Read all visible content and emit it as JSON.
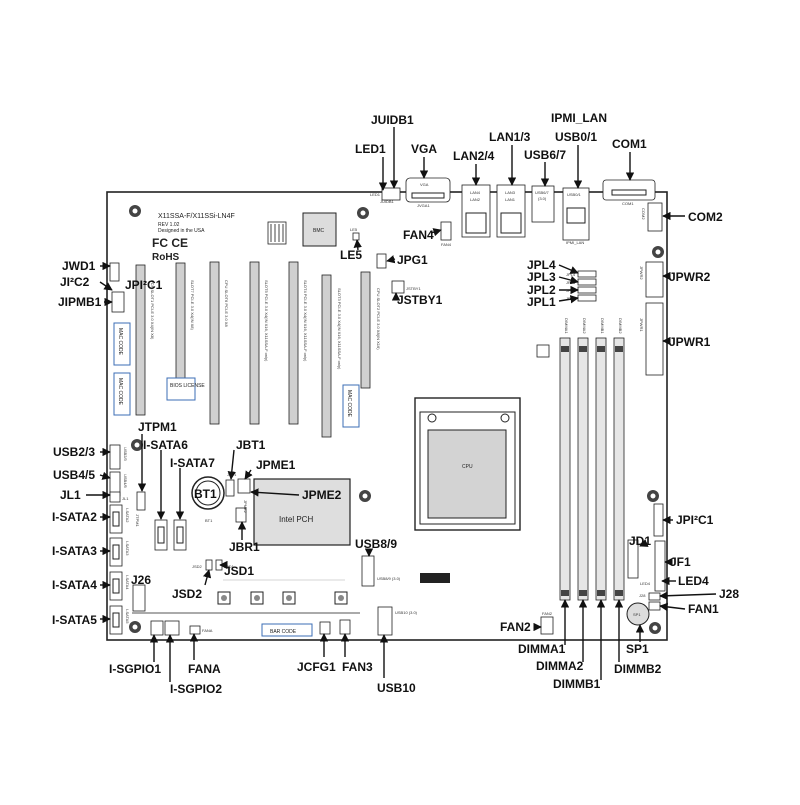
{
  "board": {
    "model": "X11SSA-F/X11SSi-LN4F",
    "rev": "REV 1.02",
    "origin": "Designed in the USA",
    "bmc": "BMC",
    "pch": "Intel PCH",
    "cpu": "CPU",
    "bios_license": "BIOS\nLICENSE",
    "bar_code": "BAR CODE",
    "mac_code": "MAC CODE",
    "rohs": "RoHS",
    "fcc": "FC CE"
  },
  "slots": [
    "SLOT7 PCI-E 3.0 X4(IN X8)",
    "CPU SLOT6 PCI-E 3.0 X8",
    "SLOT5 PCI-E 3.0 X4(IN X16, X11SSA-F only)",
    "SLOT4 PCI-E 3.0 X4(IN X16, X11SSA-F only)",
    "SLOT3 PCI-E 3.0 X4(IN X16, X11SSA-F only)",
    "CPU SLOT2 PCI-E 3.0 X8(IN X16)",
    "PCH SLOT1 PCI-E 3.0 X4(IN X8)"
  ],
  "dimms": [
    "DIMMA1",
    "DIMMA2",
    "DIMMB1",
    "DIMMB2"
  ],
  "silk": {
    "led1": "LED1",
    "juidb1": "JUIDB1",
    "vga": "VGA",
    "jvga1": "JVGA1",
    "lan2": "LAN2",
    "lan4": "LAN4",
    "lan3": "LAN3",
    "lan1": "LAN1",
    "usb67": "USB6/7",
    "usb67b": "(3.0)",
    "usb01": "USB0/1",
    "ipmi": "IPMI_LAN",
    "com1": "COM1",
    "com2": "COM2",
    "fan4": "FAN4",
    "le5": "LE5",
    "jpg1": "JPG1",
    "jstby1": "JSTBY1",
    "jpl4": "JPL4",
    "jpl3": "JPL3",
    "jpl2": "JPL2",
    "jpl1": "JPL1",
    "jpwr2": "JPWR2",
    "jpwr1": "JPWR1",
    "jwd1": "JWD1",
    "jipmb1": "JIPMB1",
    "usb23": "USB2/3",
    "usb45": "USB4/5",
    "jl1": "JL1",
    "jtpm1": "JTPM1",
    "isata2": "I-SATA2",
    "isata3": "I-SATA3",
    "isata4": "I-SATA4",
    "isata5": "I-SATA5",
    "isata6": "I-SATA6",
    "isata7": "I-SATA7",
    "jbt1": "JBT1",
    "bt1": "BT1",
    "jpme2": "JPME2",
    "jpme1": "JPME1",
    "jbr1": "JBR1",
    "jsd1": "JSD1",
    "jsd2": "JSD2",
    "usb89": "USB8/9 (3.0)",
    "usb10": "USB10 (3.0)",
    "jcfg1": "JCFG1",
    "fan3": "FAN3",
    "fana": "FANA",
    "fan2": "FAN2",
    "fan1": "FAN1",
    "jd1": "JD1",
    "jf1": "JF1",
    "led4": "LED4",
    "j28": "J28",
    "sp1": "SP1",
    "jpi2c1": "JPI²C1",
    "ji2c2": "JI²C2"
  },
  "callouts": {
    "juidb1": "JUIDB1",
    "ipmi_lan": "IPMI_LAN",
    "led1": "LED1",
    "vga": "VGA",
    "lan13": "LAN1/3",
    "usb01": "USB0/1",
    "com1": "COM1",
    "lan24": "LAN2/4",
    "usb67": "USB6/7",
    "com2": "COM2",
    "fan4": "FAN4",
    "le5": "LE5",
    "jpg1": "JPG1",
    "jstby1": "JSTBY1",
    "jpl4": "JPL4",
    "jpl3": "JPL3",
    "jpl2": "JPL2",
    "jpl1": "JPL1",
    "jpwr2": "JPWR2",
    "jpwr1": "JPWR1",
    "jwd1": "JWD1",
    "ji2c2": "JI²C2",
    "jpi2c1_left": "JPI²C1",
    "jipmb1": "JIPMB1",
    "jtpm1": "JTPM1",
    "usb23": "USB2/3",
    "isata6": "I-SATA6",
    "jbt1": "JBT1",
    "isata7": "I-SATA7",
    "jpme1": "JPME1",
    "usb45": "USB4/5",
    "bt1": "BT1",
    "jl1": "JL1",
    "jpme2": "JPME2",
    "isata2": "I-SATA2",
    "jbr1": "JBR1",
    "isata3": "I-SATA3",
    "jsd1": "JSD1",
    "usb89": "USB8/9",
    "isata4": "I-SATA4",
    "j26": "J26",
    "jsd2": "JSD2",
    "isata5": "I-SATA5",
    "isgpio1": "I-SGPIO1",
    "fana": "FANA",
    "isgpio2": "I-SGPIO2",
    "jcfg1": "JCFG1",
    "fan3": "FAN3",
    "usb10": "USB10",
    "fan2": "FAN2",
    "dimma1": "DIMMA1",
    "dimma2": "DIMMA2",
    "dimmb1": "DIMMB1",
    "dimmb2": "DIMMB2",
    "sp1": "SP1",
    "jpi2c1_right": "JPI²C1",
    "jd1": "JD1",
    "jf1": "JF1",
    "led4": "LED4",
    "j28": "J28",
    "fan1": "FAN1"
  }
}
